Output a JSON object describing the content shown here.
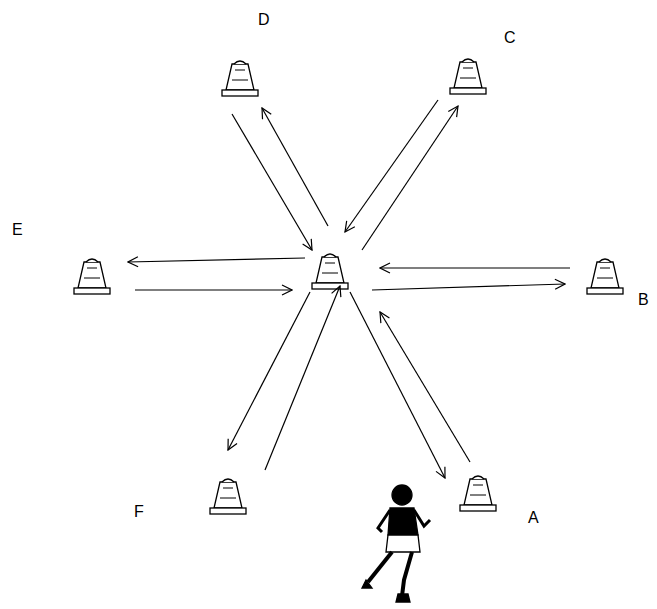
{
  "diagram": {
    "labels": [
      "D",
      "C",
      "E",
      "B",
      "F",
      "A"
    ]
  }
}
